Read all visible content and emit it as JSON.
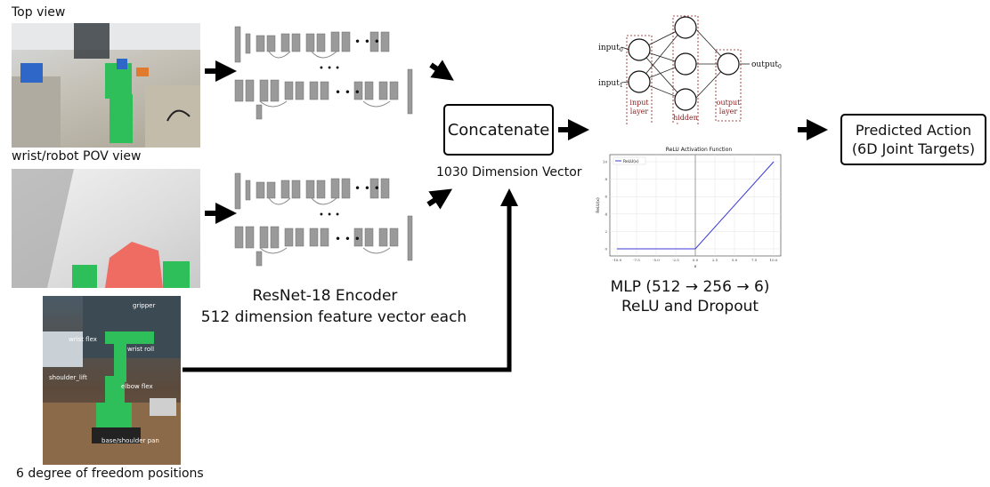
{
  "inputs": {
    "top_view_caption": "Top view",
    "wrist_view_caption": "wrist/robot POV view",
    "dof_caption": "6 degree of freedom positions",
    "robot_labels": {
      "gripper": "gripper",
      "wrist_flex": "wrist flex",
      "wrist_roll": "wrist roll",
      "shoulder_lift": "shoulder_lift",
      "elbow_flex": "elbow flex",
      "base_shoulder_pan": "base/shoulder pan"
    }
  },
  "encoder": {
    "title": "ResNet-18 Encoder",
    "subtitle": "512 dimension feature vector each"
  },
  "concat": {
    "label": "Concatenate",
    "caption": "1030 Dimension Vector"
  },
  "mlp_diagram": {
    "input0": "input",
    "input0_sub": "0",
    "input1": "input",
    "input1_sub": "1",
    "output0": "output",
    "output0_sub": "0",
    "input_layer": [
      "input",
      "layer"
    ],
    "hidden_layer": [
      "hidden",
      "layer"
    ],
    "output_layer": [
      "output",
      "layer"
    ]
  },
  "relu_plot": {
    "title": "ReLU Activation Function",
    "legend": "ReLU(x)",
    "ylabel": "ReLU(x)",
    "xlabel": "x",
    "x_ticks": [
      "-10.0",
      "-7.5",
      "-5.0",
      "-2.5",
      "0.0",
      "2.5",
      "5.0",
      "7.5",
      "10.0"
    ],
    "y_ticks": [
      "0",
      "2",
      "4",
      "6",
      "8",
      "10"
    ],
    "line_color": "#3a3ad6"
  },
  "chart_data": {
    "type": "line",
    "title": "ReLU Activation Function",
    "xlabel": "x",
    "ylabel": "ReLU(x)",
    "xlim": [
      -10,
      10
    ],
    "ylim": [
      0,
      10
    ],
    "series": [
      {
        "name": "ReLU(x)",
        "x": [
          -10,
          0,
          10
        ],
        "y": [
          0,
          0,
          10
        ]
      }
    ],
    "grid": true,
    "legend": "top-left"
  },
  "mlp": {
    "title": "MLP (512 → 256 → 6)",
    "subtitle": "ReLU and Dropout"
  },
  "output": {
    "line1": "Predicted Action",
    "line2": "(6D  Joint Targets)"
  },
  "colors": {
    "arrow": "#000000",
    "layer_label": "#8b1a1a",
    "robot_green": "#2fbf5a"
  }
}
